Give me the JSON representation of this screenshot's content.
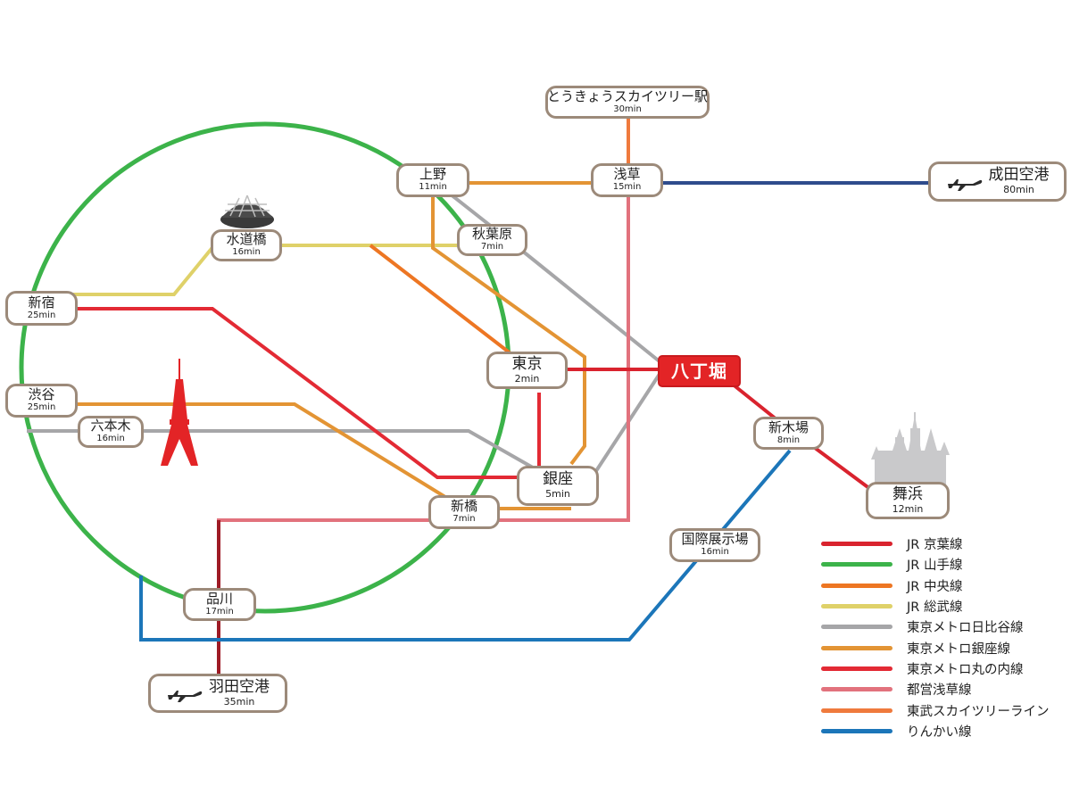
{
  "hub": {
    "name": "八丁堀"
  },
  "stations": {
    "skytree": {
      "name": "とうきょうスカイツリー駅",
      "time": "30min"
    },
    "ueno": {
      "name": "上野",
      "time": "11min"
    },
    "asakusa": {
      "name": "浅草",
      "time": "15min"
    },
    "narita": {
      "name": "成田空港",
      "time": "80min"
    },
    "suidobashi": {
      "name": "水道橋",
      "time": "16min"
    },
    "akihabara": {
      "name": "秋葉原",
      "time": "7min"
    },
    "shinjuku": {
      "name": "新宿",
      "time": "25min"
    },
    "tokyo": {
      "name": "東京",
      "time": "2min"
    },
    "shibuya": {
      "name": "渋谷",
      "time": "25min"
    },
    "roppongi": {
      "name": "六本木",
      "time": "16min"
    },
    "shinkiba": {
      "name": "新木場",
      "time": "8min"
    },
    "ginza": {
      "name": "銀座",
      "time": "5min"
    },
    "maihama": {
      "name": "舞浜",
      "time": "12min"
    },
    "shinbashi": {
      "name": "新橋",
      "time": "7min"
    },
    "kokusai": {
      "name": "国際展示場",
      "time": "16min"
    },
    "shinagawa": {
      "name": "品川",
      "time": "17min"
    },
    "haneda": {
      "name": "羽田空港",
      "time": "35min"
    }
  },
  "icons": {
    "plane": "airplane-icon",
    "dome": "stadium-dome-icon",
    "tower": "tokyo-tower-icon",
    "castle": "castle-icon"
  },
  "legend": [
    {
      "label": "JR 京葉線",
      "color": "#d9232e"
    },
    {
      "label": "JR 山手線",
      "color": "#3cb34a"
    },
    {
      "label": "JR 中央線",
      "color": "#ed7623"
    },
    {
      "label": "JR 総武線",
      "color": "#dfd169"
    },
    {
      "label": "東京メトロ日比谷線",
      "color": "#a6a6a8"
    },
    {
      "label": "東京メトロ銀座線",
      "color": "#e39434"
    },
    {
      "label": "東京メトロ丸の内線",
      "color": "#e32a34"
    },
    {
      "label": "都営浅草線",
      "color": "#e2727d"
    },
    {
      "label": "東武スカイツリーライン",
      "color": "#ef7a3d"
    },
    {
      "label": "りんかい線",
      "color": "#1c76b9"
    }
  ]
}
